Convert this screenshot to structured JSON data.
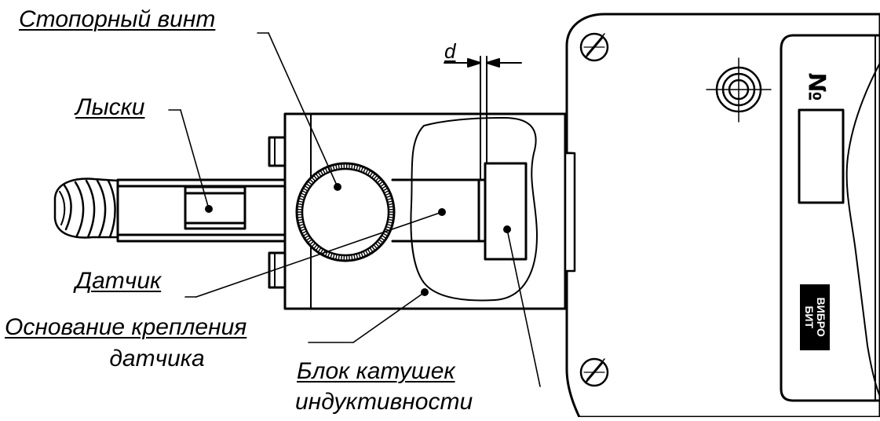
{
  "labels": {
    "set_screw": "Стопорный винт",
    "flats": "Лыски",
    "gap": "d",
    "sensor": "Датчик",
    "mount_base_line1": "Основание крепления",
    "mount_base_line2": "датчика",
    "coil_block_line1": "Блок катушек",
    "coil_block_line2": "индуктивности"
  },
  "housing": {
    "number_sign": "№",
    "brand_line1": "ВИБРО",
    "brand_line2": "БИТ"
  },
  "colors": {
    "ink": "#000000",
    "paper": "#ffffff"
  }
}
